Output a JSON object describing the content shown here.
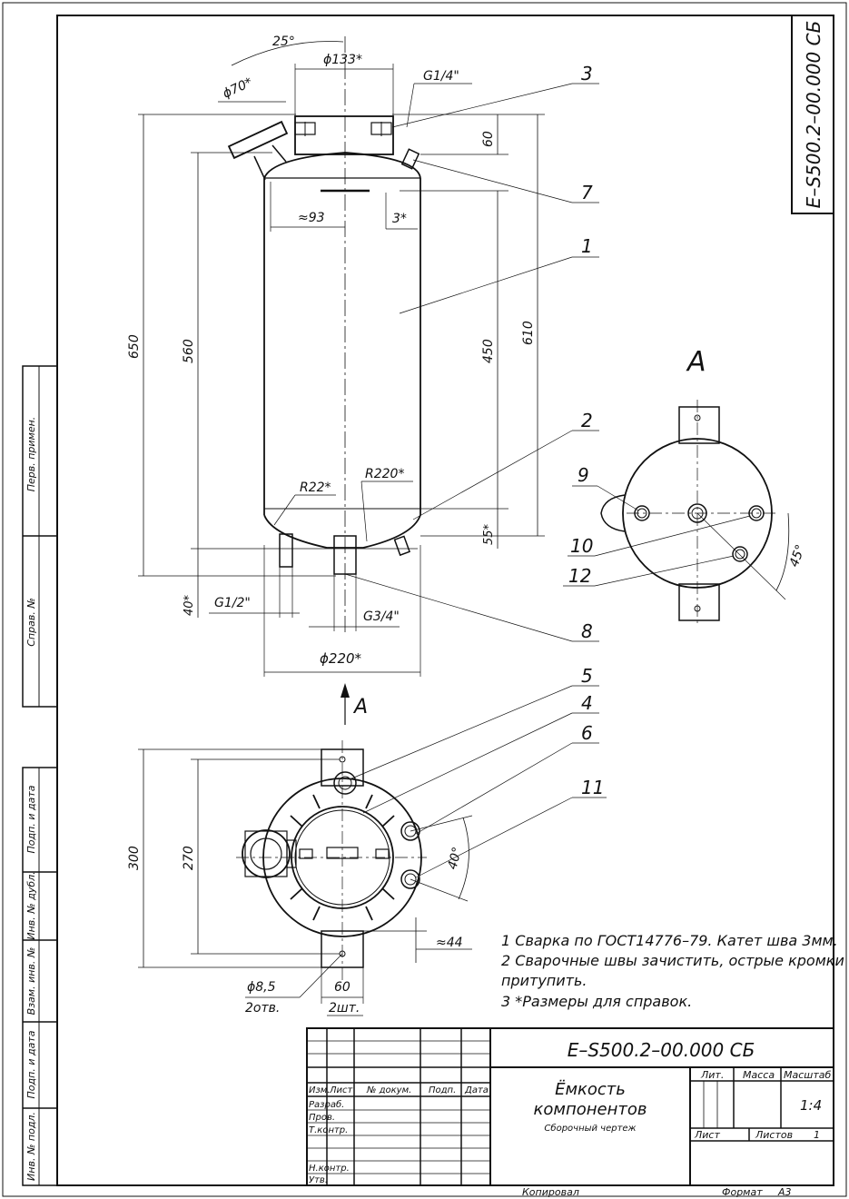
{
  "drawing_code": "E–S500.2–00.000 СБ",
  "title_line1": "Ёмкость",
  "title_line2": "компонентов",
  "doc_type": "Сборочный чертеж",
  "scale": "1:4",
  "sheet_label": "Лист",
  "sheets_label": "Листов",
  "sheets_count": "1",
  "copied_label": "Копировал",
  "format_label": "Формат",
  "format_value": "А3",
  "header_cols": {
    "izm": "Изм.",
    "list": "Лист",
    "doc_no": "№ докум.",
    "sign": "Подп.",
    "date": "Дата"
  },
  "role_rows": [
    "Разраб.",
    "Пров.",
    "Т.контр.",
    "Н.контр.",
    "Утв."
  ],
  "top_cols": {
    "lit": "Лит.",
    "mass": "Масса",
    "scale": "Масштаб"
  },
  "side_labels": [
    "Перв. примен.",
    "Справ. №",
    "Подп. и дата",
    "Инв. № дубл.",
    "Взам. инв. №",
    "Подп. и дата",
    "Инв. № подл."
  ],
  "view_label": "А",
  "notes": [
    "1 Сварка по ГОСТ14776–79. Катет шва 3мм.",
    "2 Сварочные швы зачистить, острые кромки",
    "притупить.",
    "3 *Размеры для справок."
  ],
  "dims_front": {
    "angle_25": "25°",
    "d133": "ϕ133*",
    "d70": "ϕ70*",
    "g14": "G1/4\"",
    "h60": "60",
    "h650": "650",
    "h560": "560",
    "h450": "450",
    "h610": "610",
    "w93": "≈93",
    "h3": "3*",
    "r22": "R22*",
    "r220": "R220*",
    "h55": "55*",
    "h40": "40*",
    "g12": "G1/2\"",
    "g34": "G3/4\"",
    "d220": "ϕ220*"
  },
  "dims_bottom": {
    "h300": "300",
    "h270": "270",
    "w44": "≈44",
    "angle_40": "40°",
    "d85": "ϕ8,5",
    "holes2": "2отв.",
    "w60": "60",
    "pcs2": "2шт."
  },
  "dims_viewA": {
    "angle_45": "45°"
  },
  "callouts": [
    "1",
    "2",
    "3",
    "4",
    "5",
    "6",
    "7",
    "8",
    "9",
    "10",
    "11",
    "12"
  ]
}
